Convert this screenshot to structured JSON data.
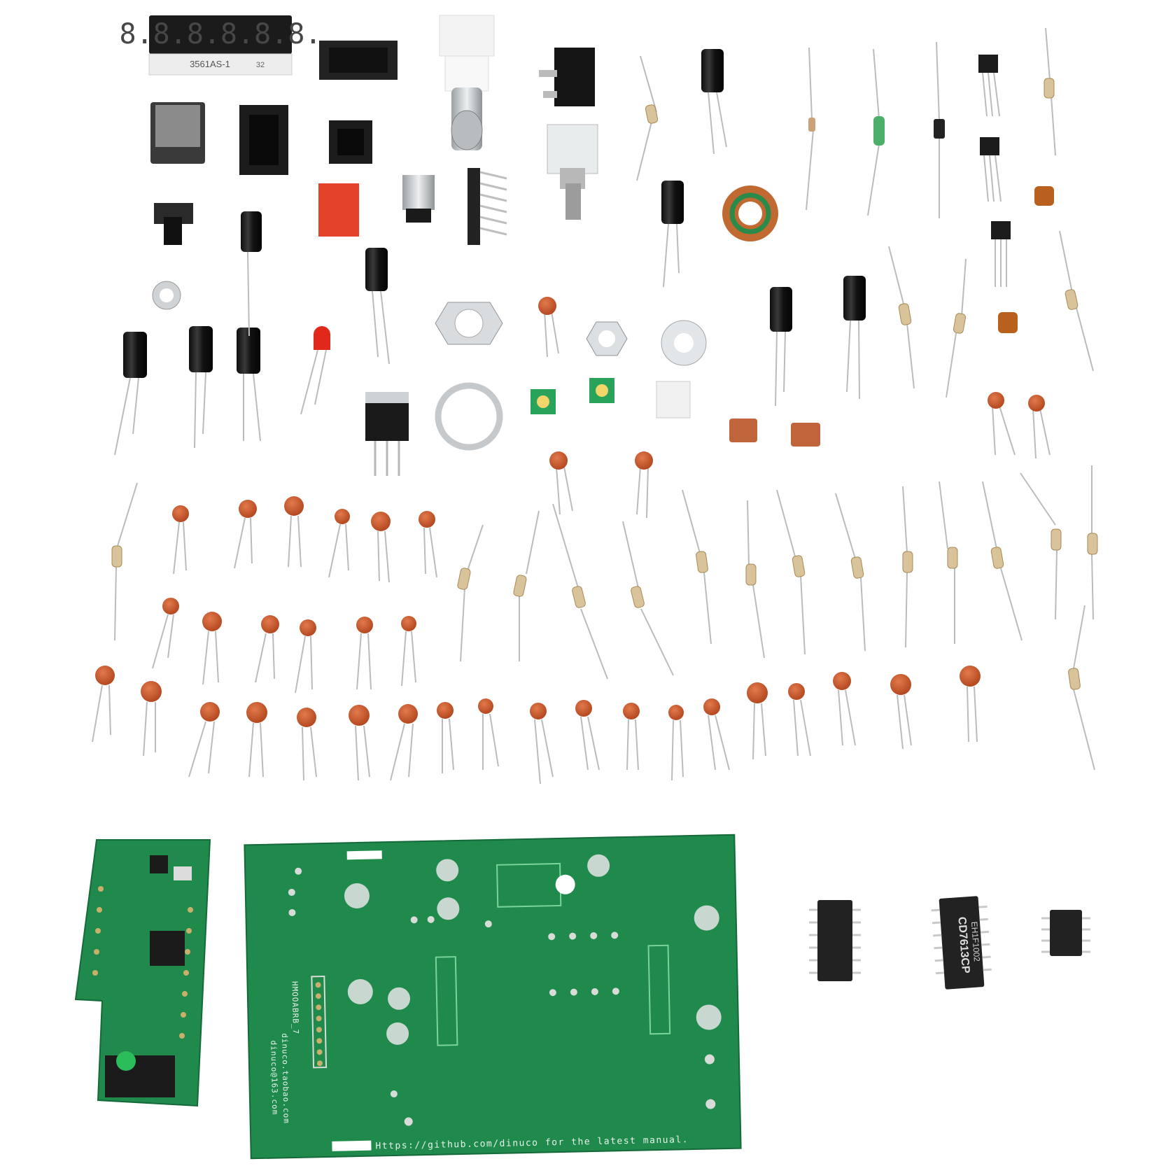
{
  "photo": {
    "seven_segment_display": {
      "digits": "8.8.8.8.8.8.",
      "part_number": "3561AS-1",
      "code": "32"
    },
    "pcb_main": {
      "url_text": "Https://github.com/dinuco for the latest manual.",
      "email": "dinuco@163.com",
      "site": "dinuco.taobao.com",
      "board_id": "HMOOABRB_7"
    },
    "ic_large": {
      "marking_line1": "CD7613CP",
      "marking_line2": "EH1F1002"
    },
    "colors": {
      "pcb_green": "#1f8a4c",
      "pcb_dark": "#166b3a",
      "ceramic_cap": "#c8562e",
      "electrolytic_cap": "#1a1a1a",
      "resistor_body": "#d8c39a",
      "lead_wire": "#b9bcbe",
      "ic_body": "#222222",
      "led_red": "#e0291b",
      "background": "#ffffff"
    }
  }
}
